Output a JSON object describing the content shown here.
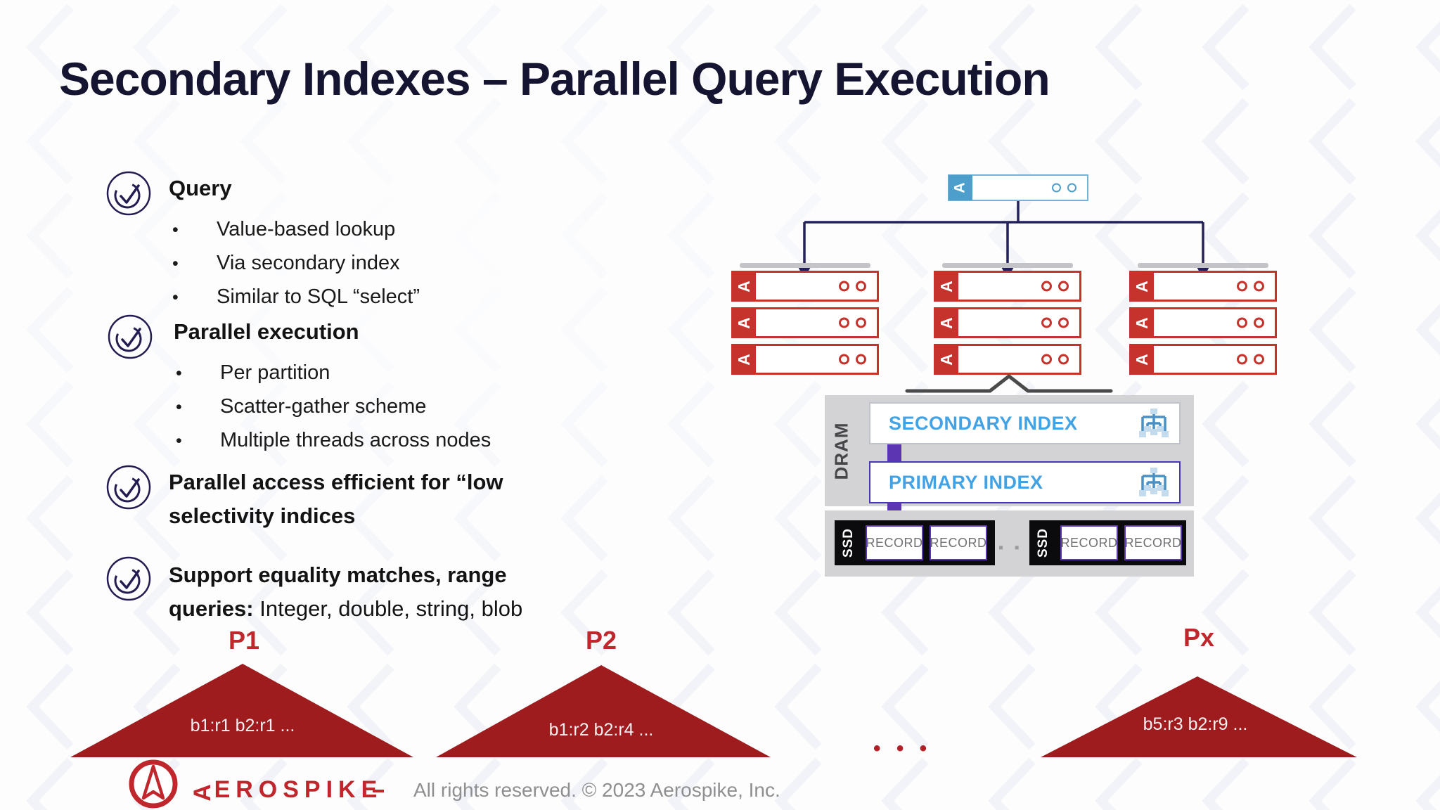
{
  "title": "Secondary Indexes – Parallel Query Execution",
  "ui": {
    "bullet_char": "•"
  },
  "bullets": [
    {
      "heading": "Query",
      "items": [
        "Value-based lookup",
        "Via secondary index",
        "Similar to SQL “select”"
      ]
    },
    {
      "heading": "Parallel execution",
      "items": [
        "Per partition",
        "Scatter-gather scheme",
        "Multiple threads across nodes"
      ]
    },
    {
      "heading": "Parallel access efficient for “low selectivity indices",
      "items": []
    },
    {
      "heading_bold": "Support equality matches, range queries:",
      "heading_regular": " Integer, double, string, blob",
      "items": []
    }
  ],
  "diagram": {
    "aerospike_glyph": "A",
    "dram_label": "DRAM",
    "secondary_index_label": "SECONDARY INDEX",
    "primary_index_label": "PRIMARY INDEX",
    "ssd_label": "SSD",
    "record_label": "RECORD",
    "ssd_ellipsis": "▪ ▪ ▪",
    "partition_ellipsis": "• • •",
    "partitions": [
      {
        "name": "P1",
        "records": "b1:r1 b2:r1 ..."
      },
      {
        "name": "P2",
        "records": "b1:r2 b2:r4 ..."
      },
      {
        "name": "Px",
        "records": "b5:r3 b2:r9 ..."
      }
    ]
  },
  "footer": {
    "brand_initial": "A",
    "brand_rest": "EROSPIKE",
    "copyright": "All rights reserved. © 2023 Aerospike, Inc."
  },
  "colors": {
    "title_navy": "#161531",
    "arrow_navy": "#23205a",
    "accent_red": "#c5332c",
    "partition_red": "#9e1b1e",
    "label_red": "#c0272d",
    "query_blue": "#4d9fcb",
    "index_text_blue": "#41a3e6",
    "connector_purple": "#5b35b2",
    "panel_gray": "#d3d3d5"
  }
}
